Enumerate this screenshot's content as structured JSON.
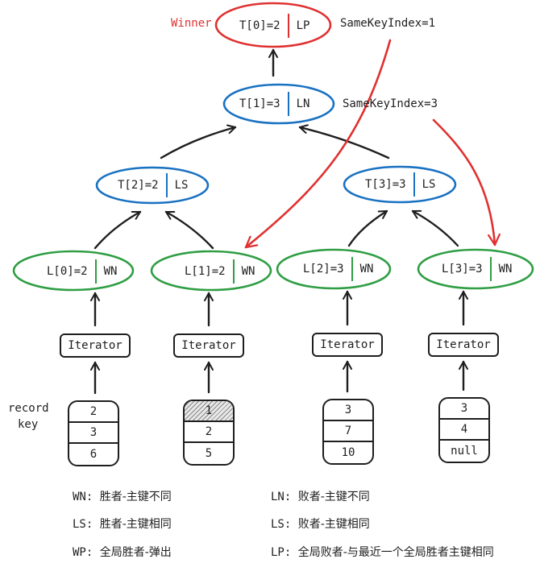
{
  "colors": {
    "winner": "#e03131",
    "tree": "#1971c2",
    "leaf": "#2f9e44",
    "ink": "#1e1e1e",
    "pointer": "#e03131"
  },
  "winner_label": "Winner",
  "annotations": {
    "same_key_top": "SameKeyIndex=1",
    "same_key_mid": "SameKeyIndex=3"
  },
  "tree_nodes": [
    {
      "id": "T0",
      "key": "T[0]=2",
      "tag": "LP",
      "role": "winner"
    },
    {
      "id": "T1",
      "key": "T[1]=3",
      "tag": "LN",
      "role": "tree"
    },
    {
      "id": "T2",
      "key": "T[2]=2",
      "tag": "LS",
      "role": "tree"
    },
    {
      "id": "T3",
      "key": "T[3]=3",
      "tag": "LS",
      "role": "tree"
    }
  ],
  "leaf_nodes": [
    {
      "id": "L0",
      "key": "L[0]=2",
      "tag": "WN"
    },
    {
      "id": "L1",
      "key": "L[1]=2",
      "tag": "WN"
    },
    {
      "id": "L2",
      "key": "L[2]=3",
      "tag": "WN"
    },
    {
      "id": "L3",
      "key": "L[3]=3",
      "tag": "WN"
    }
  ],
  "iterator_label": "Iterator",
  "record_key_label": [
    "record",
    "key"
  ],
  "record_stacks": [
    {
      "values": [
        "2",
        "3",
        "6"
      ],
      "consumed": []
    },
    {
      "values": [
        "1",
        "2",
        "5"
      ],
      "consumed": [
        0
      ]
    },
    {
      "values": [
        "3",
        "7",
        "10"
      ],
      "consumed": []
    },
    {
      "values": [
        "3",
        "4",
        "null"
      ],
      "consumed": []
    }
  ],
  "legend": {
    "left": [
      {
        "code": "WN:",
        "desc": "胜者-主键不同"
      },
      {
        "code": "LS:",
        "desc": "胜者-主键相同"
      },
      {
        "code": "WP:",
        "desc": "全局胜者-弹出"
      }
    ],
    "right": [
      {
        "code": "LN:",
        "desc": "败者-主键不同"
      },
      {
        "code": "LS:",
        "desc": "败者-主键相同"
      },
      {
        "code": "LP:",
        "desc": "全局败者-与最近一个全局胜者主键相同"
      }
    ]
  }
}
